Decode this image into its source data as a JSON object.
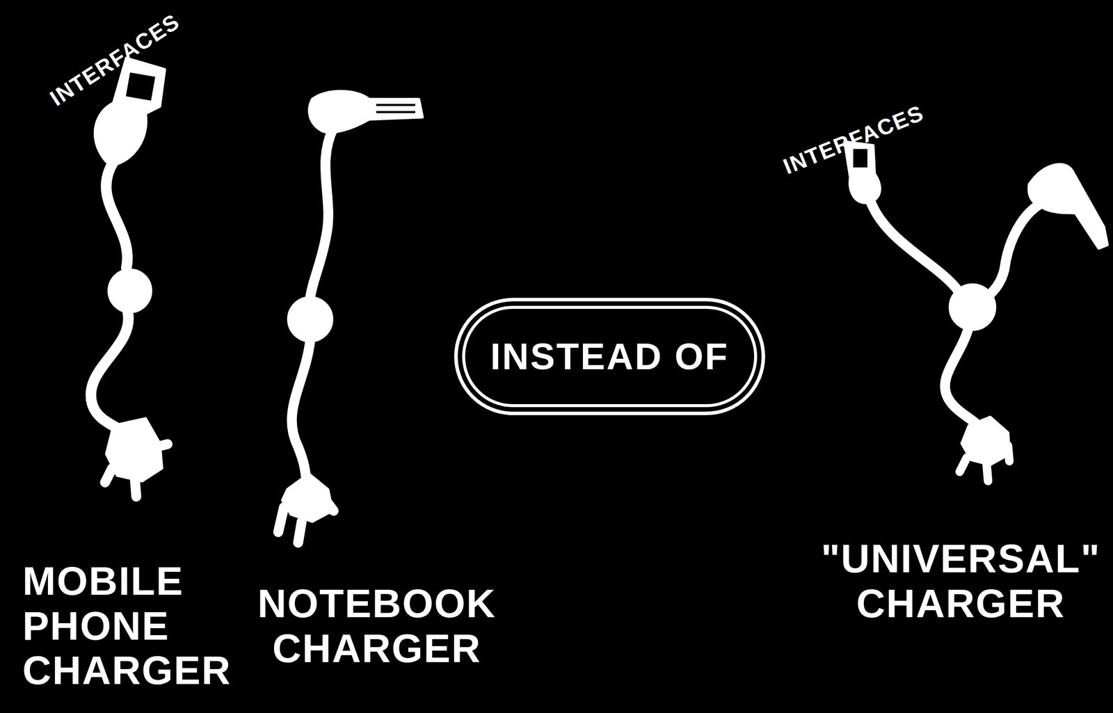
{
  "diagram": {
    "nodes": [
      {
        "text": [
          "INSTEAD OF"
        ]
      }
    ],
    "labels": [
      "INTERFACES",
      "MOBILE PHONE CHARGER",
      "NOTEBOOK CHARGER",
      "INTERFACES",
      "\"UNIVERSAL\" CHARGER"
    ]
  }
}
